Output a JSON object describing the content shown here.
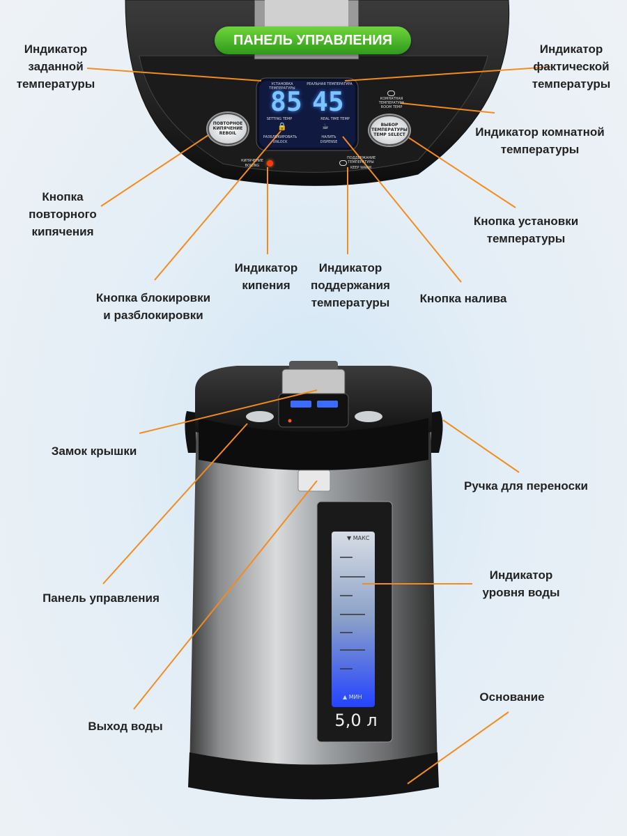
{
  "banner": {
    "title": "ПАНЕЛЬ УПРАВЛЕНИЯ"
  },
  "display": {
    "set_temp": "85",
    "real_temp": "45",
    "set_temp_caption": "УСТАНОВКА ТЕМПЕРАТУРЫ",
    "real_temp_caption": "РЕАЛЬНАЯ ТЕМПЕРАТУРА",
    "setting_temp": "SETTING TEMP",
    "real_time_temp": "REAL TIME TEMP",
    "unlock_ru": "РАЗБЛОКИРОВАТЬ",
    "unlock_en": "UNLOCK",
    "dispense_ru": "НАЛИТЬ",
    "dispense_en": "DISPENSE"
  },
  "buttons": {
    "reboil_ru": "ПОВТОРНОЕ КИПЯЧЕНИЕ",
    "reboil_en": "REBOIL",
    "temp_select_ru": "ВЫБОР ТЕМПЕРАТУРЫ",
    "temp_select_en": "TEMP SELECT"
  },
  "indicators": {
    "boiling_ru": "КИПЯЧЕНИЕ",
    "boiling_en": "BOILING",
    "keep_warm_ru": "ПОДДЕРЖАНИЕ ТЕМПЕРАТУРЫ",
    "keep_warm_en": "KEEP WARM",
    "room_temp_ru": "КОМНАТНАЯ ТЕМПЕРАТУРА",
    "room_temp_en": "ROOM TEMP"
  },
  "water_gauge": {
    "max": "МАКС",
    "min": "МИН",
    "volume": "5,0 л"
  },
  "labels": {
    "set_temp_indicator": "Индикатор\nзаданной\nтемпературы",
    "real_temp_indicator": "Индикатор\nфактической\nтемпературы",
    "room_temp_indicator": "Индикатор комнатной\nтемпературы",
    "reboil_button": "Кнопка\nповторного\nкипячения",
    "temp_select_button": "Кнопка установки\nтемпературы",
    "boil_indicator": "Индикатор\nкипения",
    "keep_warm_indicator": "Индикатор\nподдержания\nтемпературы",
    "dispense_button": "Кнопка налива",
    "lock_button": "Кнопка блокировки\nи разблокировки",
    "lid_lock": "Замок крышки",
    "carry_handle": "Ручка для переноски",
    "control_panel": "Панель управления",
    "water_level": "Индикатор\nуровня воды",
    "water_outlet": "Выход воды",
    "base": "Основание"
  },
  "colors": {
    "accent_line": "#f28c1e",
    "banner_green": "#3aa821",
    "lcd_blue": "#7cc4ff"
  }
}
